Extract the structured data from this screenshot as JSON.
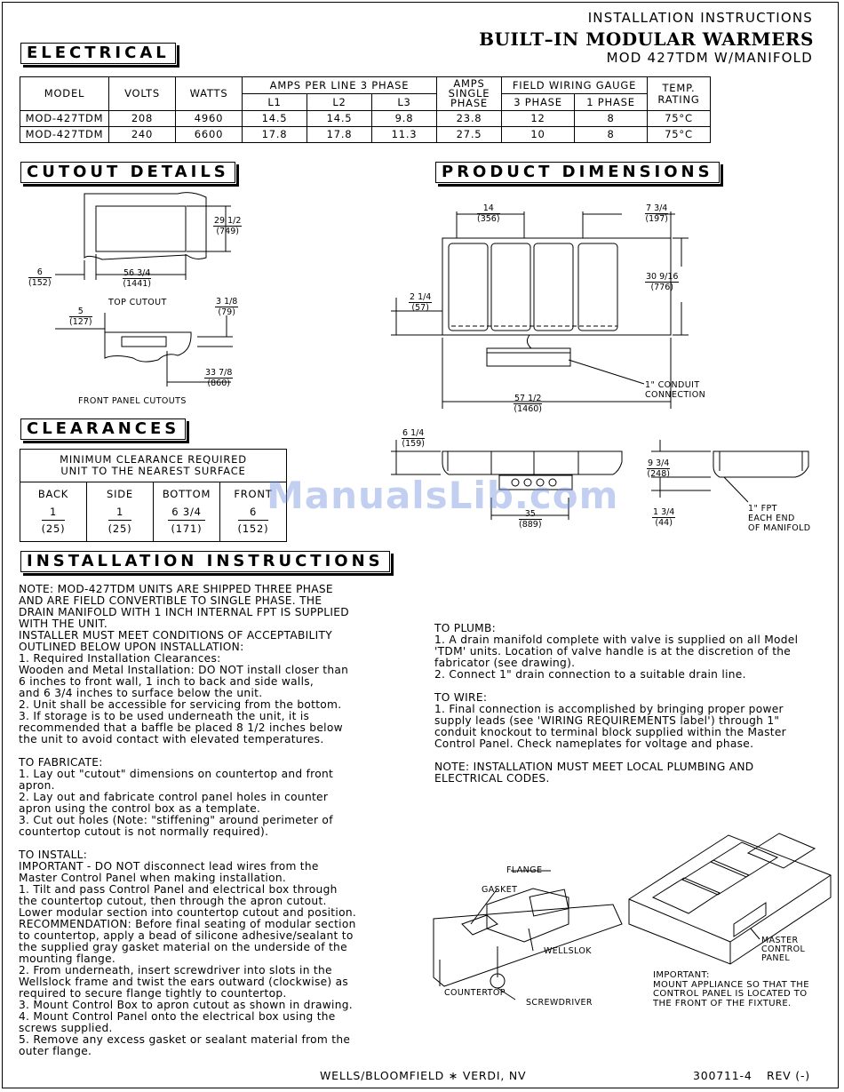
{
  "header": {
    "line1": "INSTALLATION INSTRUCTIONS",
    "title": "BUILT–IN MODULAR WARMERS",
    "model": "MOD 427TDM W/MANIFOLD"
  },
  "electrical": {
    "heading": "ELECTRICAL",
    "columns": {
      "model": "MODEL",
      "volts": "VOLTS",
      "watts": "WATTS",
      "amps_3ph": "AMPS PER LINE 3 PHASE",
      "l1": "L1",
      "l2": "L2",
      "l3": "L3",
      "amps_single_1": "AMPS",
      "amps_single_2": "SINGLE",
      "amps_single_3": "PHASE",
      "gauge": "FIELD WIRING GAUGE",
      "gauge_3": "3 PHASE",
      "gauge_1": "1 PHASE",
      "temp_1": "TEMP.",
      "temp_2": "RATING"
    },
    "rows": [
      {
        "model": "MOD-427TDM",
        "volts": "208",
        "watts": "4960",
        "l1": "14.5",
        "l2": "14.5",
        "l3": "9.8",
        "single": "23.8",
        "g3": "12",
        "g1": "8",
        "temp": "75°C"
      },
      {
        "model": "MOD-427TDM",
        "volts": "240",
        "watts": "6600",
        "l1": "17.8",
        "l2": "17.8",
        "l3": "11.3",
        "single": "27.5",
        "g3": "10",
        "g1": "8",
        "temp": "75°C"
      }
    ]
  },
  "cutout": {
    "heading": "CUTOUT DETAILS",
    "dim_29": "29 1/2",
    "dim_29_mm": "(749)",
    "dim_6": "6",
    "dim_6_mm": "(152)",
    "dim_56": "56 3/4",
    "dim_56_mm": "(1441)",
    "top_label": "TOP CUTOUT",
    "dim_5": "5",
    "dim_5_mm": "(127)",
    "dim_3": "3 1/8",
    "dim_3_mm": "(79)",
    "dim_33": "33 7/8",
    "dim_33_mm": "(860)",
    "front_label": "FRONT PANEL CUTOUTS"
  },
  "product": {
    "heading": "PRODUCT DIMENSIONS",
    "dim_14": "14",
    "dim_14_mm": "(356)",
    "dim_7": "7 3/4",
    "dim_7_mm": "(197)",
    "dim_30": "30 9/16",
    "dim_30_mm": "(776)",
    "dim_2": "2 1/4",
    "dim_2_mm": "(57)",
    "conduit_1": "1\" CONDUIT",
    "conduit_2": "CONNECTION",
    "dim_57": "57 1/2",
    "dim_57_mm": "(1460)",
    "dim_6": "6 1/4",
    "dim_6_mm": "(159)",
    "dim_35": "35",
    "dim_35_mm": "(889)",
    "dim_9": "9 3/4",
    "dim_9_mm": "(248)",
    "dim_1": "1 3/4",
    "dim_1_mm": "(44)",
    "fpt_1": "1\" FPT",
    "fpt_2": "EACH END",
    "fpt_3": "OF MANIFOLD"
  },
  "clearances": {
    "heading": "CLEARANCES",
    "title_1": "MINIMUM CLEARANCE REQUIRED",
    "title_2": "UNIT TO THE NEAREST SURFACE",
    "cols": [
      {
        "label": "BACK",
        "in": "1",
        "mm": "(25)"
      },
      {
        "label": "SIDE",
        "in": "1",
        "mm": "(25)"
      },
      {
        "label": "BOTTOM",
        "in": "6 3/4",
        "mm": "(171)"
      },
      {
        "label": "FRONT",
        "in": "6",
        "mm": "(152)"
      }
    ]
  },
  "install": {
    "heading": "INSTALLATION INSTRUCTIONS",
    "left_text": "NOTE: MOD-427TDM UNITS ARE SHIPPED THREE PHASE\nAND ARE FIELD CONVERTIBLE TO SINGLE PHASE. THE\nDRAIN MANIFOLD WITH 1 INCH INTERNAL FPT IS SUPPLIED\nWITH THE UNIT.\nINSTALLER MUST MEET CONDITIONS OF ACCEPTABILITY\nOUTLINED BELOW UPON INSTALLATION:\n1. Required Installation Clearances:\nWooden and Metal Installation: DO NOT install closer than\n6 inches to front wall, 1 inch to back and side walls,\nand 6 3/4 inches to surface below the unit.\n2. Unit shall be accessible for servicing from the bottom.\n3. If storage is to be used underneath the unit, it is\nrecommended that a baffle be placed 8 1/2 inches below\nthe unit to avoid contact with elevated temperatures.\n\nTO FABRICATE:\n1. Lay out \"cutout\" dimensions on countertop and front\napron.\n2. Lay out and fabricate control panel holes in counter\napron using the control box as a template.\n3. Cut out holes (Note: \"stiffening\" around perimeter of\ncountertop cutout is not normally required).\n\nTO INSTALL:\nIMPORTANT - DO NOT disconnect lead wires from the\nMaster Control Panel when making installation.\n1. Tilt and pass Control Panel and electrical box through\nthe countertop cutout, then through the apron cutout.\nLower modular section into countertop cutout and position.\nRECOMMENDATION: Before final seating of modular section\nto countertop, apply a bead of silicone adhesive/sealant to\nthe supplied gray gasket material on the underside of the\nmounting flange.\n2. From underneath, insert screwdriver into slots in the\nWellslock frame and twist the ears outward (clockwise) as\nrequired to secure flange tightly to countertop.\n3. Mount Control Box to apron cutout as shown in drawing.\n4. Mount Control Panel onto the electrical box using the\nscrews supplied.\n5. Remove any excess gasket or sealant material from the\nouter flange.",
    "right_text": "TO PLUMB:\n1. A drain manifold complete with valve is supplied on all Model\n'TDM' units. Location of valve handle is at the discretion of the\nfabricator (see drawing).\n2. Connect 1\" drain connection to a suitable drain line.\n\nTO WIRE:\n1. Final connection is accomplished by bringing proper power\nsupply leads (see 'WIRING REQUIREMENTS label') through 1\"\nconduit knockout to terminal block supplied within the Master\nControl Panel. Check nameplates for voltage and phase.\n\nNOTE: INSTALLATION MUST MEET LOCAL PLUMBING AND\nELECTRICAL CODES."
  },
  "illustration": {
    "flange": "FLANGE",
    "gasket": "GASKET",
    "wellslok": "WELLSLOK",
    "countertop": "COUNTERTOP",
    "screwdriver": "SCREWDRIVER",
    "master_1": "MASTER",
    "master_2": "CONTROL",
    "master_3": "PANEL",
    "important": "IMPORTANT:\nMOUNT APPLIANCE SO THAT THE\nCONTROL PANEL IS LOCATED TO\nTHE FRONT OF THE FIXTURE."
  },
  "watermark": "ManualsLib.com",
  "footer": {
    "company": "WELLS/BLOOMFIELD ∗ VERDI, NV",
    "docnum": "300711-4",
    "rev": "REV (-)"
  }
}
